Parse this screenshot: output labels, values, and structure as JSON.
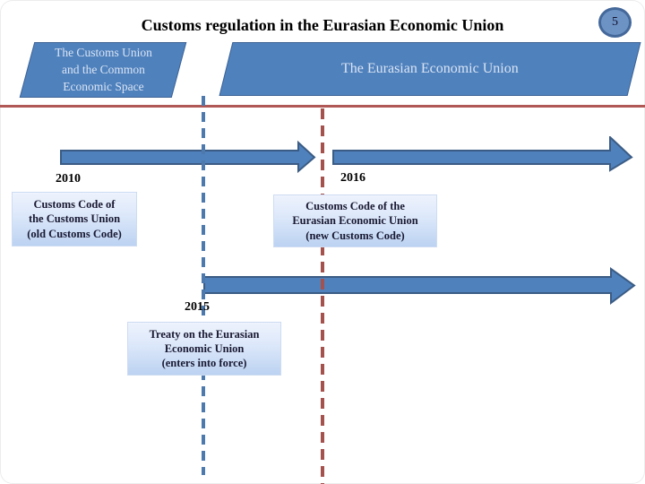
{
  "slide": {
    "page_number": "5",
    "title": "Customs regulation in the Eurasian Economic Union"
  },
  "bands": {
    "left": "The Customs Union\nand the Common\nEconomic Space",
    "right": "The Eurasian Economic Union"
  },
  "timeline": {
    "period1": {
      "year": "2010",
      "box": "Customs Code of\nthe Customs Union\n(old Customs Code)"
    },
    "period2": {
      "year": "2016",
      "box": "Customs Code of the\nEurasian Economic Union\n(new Customs Code)"
    },
    "period3": {
      "year": "2015",
      "box": "Treaty on the Eurasian\nEconomic Union\n(enters into force)"
    }
  },
  "colors": {
    "accent_blue": "#4f81bd",
    "shape_border": "#3b5c84",
    "band_text": "#d9e4f3",
    "event_box_gradient_top": "#eef3fd",
    "event_box_gradient_bottom": "#bcd2f1",
    "event_box_text": "#191932",
    "divider_red": "#b05855",
    "dash_red": "#a5524f",
    "dash_blue": "#4d79ad",
    "badge_fill": "#6d92c4",
    "badge_border": "#44689a"
  }
}
